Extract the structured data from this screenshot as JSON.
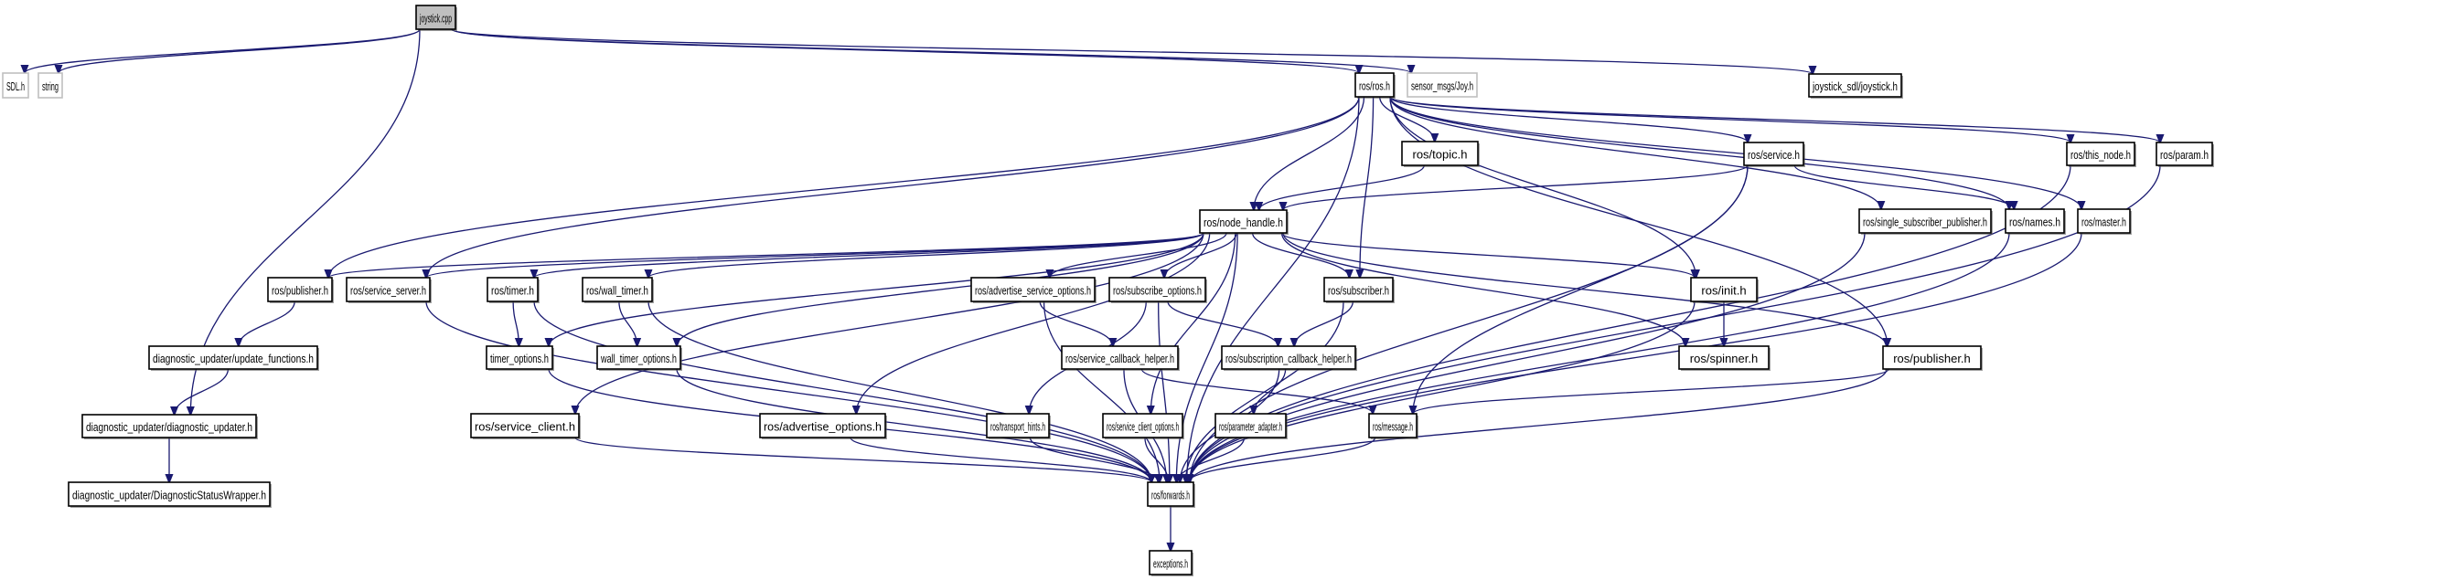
{
  "title": "Include dependency graph for joystick.cpp",
  "colors": {
    "edge": "#191970",
    "root_fill": "#bfbfbf",
    "external_border": "#bfbfbf",
    "border": "#000000"
  },
  "nodes": [
    {
      "id": "joystick_cpp",
      "label": "joystick.cpp",
      "kind": "root"
    },
    {
      "id": "sdl_h",
      "label": "SDL.h",
      "kind": "external"
    },
    {
      "id": "string",
      "label": "string",
      "kind": "external"
    },
    {
      "id": "ros_h",
      "label": "ros/ros.h",
      "kind": "normal"
    },
    {
      "id": "joy_h",
      "label": "sensor_msgs/Joy.h",
      "kind": "external"
    },
    {
      "id": "joystick_h",
      "label": "joystick_sdl/joystick.h",
      "kind": "normal"
    },
    {
      "id": "topic_h",
      "label": "ros/topic.h",
      "kind": "normal"
    },
    {
      "id": "service_h",
      "label": "ros/service.h",
      "kind": "normal"
    },
    {
      "id": "this_node_h",
      "label": "ros/this_node.h",
      "kind": "normal"
    },
    {
      "id": "param_h",
      "label": "ros/param.h",
      "kind": "normal"
    },
    {
      "id": "node_handle_h",
      "label": "ros/node_handle.h",
      "kind": "normal"
    },
    {
      "id": "ssp_h",
      "label": "ros/single_subscriber_publisher.h",
      "kind": "normal"
    },
    {
      "id": "names_h",
      "label": "ros/names.h",
      "kind": "normal"
    },
    {
      "id": "master_h",
      "label": "ros/master.h",
      "kind": "normal"
    },
    {
      "id": "publisher_l_h",
      "label": "ros/publisher.h",
      "kind": "normal"
    },
    {
      "id": "service_server_h",
      "label": "ros/service_server.h",
      "kind": "normal"
    },
    {
      "id": "timer_h",
      "label": "ros/timer.h",
      "kind": "normal"
    },
    {
      "id": "wall_timer_h",
      "label": "ros/wall_timer.h",
      "kind": "normal"
    },
    {
      "id": "adv_srv_opts_h",
      "label": "ros/advertise_service_options.h",
      "kind": "normal"
    },
    {
      "id": "sub_opts_h",
      "label": "ros/subscribe_options.h",
      "kind": "normal"
    },
    {
      "id": "subscriber_h",
      "label": "ros/subscriber.h",
      "kind": "normal"
    },
    {
      "id": "init_h",
      "label": "ros/init.h",
      "kind": "normal"
    },
    {
      "id": "publisher_r_h",
      "label": "ros/publisher.h",
      "kind": "normal"
    },
    {
      "id": "upd_funcs_h",
      "label": "diagnostic_updater/update_functions.h",
      "kind": "normal"
    },
    {
      "id": "timer_opts_h",
      "label": "timer_options.h",
      "kind": "normal"
    },
    {
      "id": "wall_timer_opts_h",
      "label": "wall_timer_options.h",
      "kind": "normal"
    },
    {
      "id": "srv_cb_helper_h",
      "label": "ros/service_callback_helper.h",
      "kind": "normal"
    },
    {
      "id": "sub_cb_helper_h",
      "label": "ros/subscription_callback_helper.h",
      "kind": "normal"
    },
    {
      "id": "spinner_h",
      "label": "ros/spinner.h",
      "kind": "normal"
    },
    {
      "id": "diag_updater_h",
      "label": "diagnostic_updater/diagnostic_updater.h",
      "kind": "normal"
    },
    {
      "id": "service_client_h",
      "label": "ros/service_client.h",
      "kind": "normal"
    },
    {
      "id": "adv_opts_h",
      "label": "ros/advertise_options.h",
      "kind": "normal"
    },
    {
      "id": "transport_hints_h",
      "label": "ros/transport_hints.h",
      "kind": "normal"
    },
    {
      "id": "srv_client_opts_h",
      "label": "ros/service_client_options.h",
      "kind": "normal"
    },
    {
      "id": "param_adapter_h",
      "label": "ros/parameter_adapter.h",
      "kind": "normal"
    },
    {
      "id": "message_h",
      "label": "ros/message.h",
      "kind": "normal"
    },
    {
      "id": "diag_status_h",
      "label": "diagnostic_updater/DiagnosticStatusWrapper.h",
      "kind": "normal"
    },
    {
      "id": "forwards_h",
      "label": "ros/forwards.h",
      "kind": "normal"
    },
    {
      "id": "exceptions_h",
      "label": "exceptions.h",
      "kind": "normal"
    }
  ],
  "edges": [
    [
      "joystick_cpp",
      "sdl_h"
    ],
    [
      "joystick_cpp",
      "string"
    ],
    [
      "joystick_cpp",
      "diag_updater_h"
    ],
    [
      "joystick_cpp",
      "ros_h"
    ],
    [
      "joystick_cpp",
      "joy_h"
    ],
    [
      "joystick_cpp",
      "joystick_h"
    ],
    [
      "ros_h",
      "publisher_l_h"
    ],
    [
      "ros_h",
      "service_server_h"
    ],
    [
      "ros_h",
      "node_handle_h"
    ],
    [
      "ros_h",
      "topic_h"
    ],
    [
      "ros_h",
      "service_h"
    ],
    [
      "ros_h",
      "subscriber_h"
    ],
    [
      "ros_h",
      "init_h"
    ],
    [
      "ros_h",
      "publisher_r_h"
    ],
    [
      "ros_h",
      "ssp_h"
    ],
    [
      "ros_h",
      "names_h"
    ],
    [
      "ros_h",
      "master_h"
    ],
    [
      "ros_h",
      "this_node_h"
    ],
    [
      "ros_h",
      "param_h"
    ],
    [
      "ros_h",
      "forwards_h"
    ],
    [
      "topic_h",
      "node_handle_h"
    ],
    [
      "service_h",
      "node_handle_h"
    ],
    [
      "service_h",
      "names_h"
    ],
    [
      "service_h",
      "message_h"
    ],
    [
      "service_h",
      "forwards_h"
    ],
    [
      "this_node_h",
      "forwards_h"
    ],
    [
      "param_h",
      "forwards_h"
    ],
    [
      "ssp_h",
      "forwards_h"
    ],
    [
      "names_h",
      "forwards_h"
    ],
    [
      "master_h",
      "forwards_h"
    ],
    [
      "node_handle_h",
      "publisher_l_h"
    ],
    [
      "node_handle_h",
      "service_server_h"
    ],
    [
      "node_handle_h",
      "service_client_h"
    ],
    [
      "node_handle_h",
      "timer_h"
    ],
    [
      "node_handle_h",
      "timer_opts_h"
    ],
    [
      "node_handle_h",
      "wall_timer_h"
    ],
    [
      "node_handle_h",
      "wall_timer_opts_h"
    ],
    [
      "node_handle_h",
      "adv_opts_h"
    ],
    [
      "node_handle_h",
      "adv_srv_opts_h"
    ],
    [
      "node_handle_h",
      "sub_opts_h"
    ],
    [
      "node_handle_h",
      "srv_client_opts_h"
    ],
    [
      "node_handle_h",
      "subscriber_h"
    ],
    [
      "node_handle_h",
      "init_h"
    ],
    [
      "node_handle_h",
      "spinner_h"
    ],
    [
      "node_handle_h",
      "publisher_r_h"
    ],
    [
      "node_handle_h",
      "forwards_h"
    ],
    [
      "publisher_l_h",
      "upd_funcs_h"
    ],
    [
      "upd_funcs_h",
      "diag_updater_h"
    ],
    [
      "diag_updater_h",
      "diag_status_h"
    ],
    [
      "service_server_h",
      "forwards_h"
    ],
    [
      "service_client_h",
      "forwards_h"
    ],
    [
      "timer_h",
      "timer_opts_h"
    ],
    [
      "timer_h",
      "forwards_h"
    ],
    [
      "timer_opts_h",
      "forwards_h"
    ],
    [
      "wall_timer_h",
      "wall_timer_opts_h"
    ],
    [
      "wall_timer_h",
      "forwards_h"
    ],
    [
      "wall_timer_opts_h",
      "forwards_h"
    ],
    [
      "adv_opts_h",
      "forwards_h"
    ],
    [
      "adv_srv_opts_h",
      "srv_cb_helper_h"
    ],
    [
      "adv_srv_opts_h",
      "forwards_h"
    ],
    [
      "sub_opts_h",
      "transport_hints_h"
    ],
    [
      "sub_opts_h",
      "sub_cb_helper_h"
    ],
    [
      "sub_opts_h",
      "forwards_h"
    ],
    [
      "srv_cb_helper_h",
      "message_h"
    ],
    [
      "srv_cb_helper_h",
      "forwards_h"
    ],
    [
      "sub_cb_helper_h",
      "param_adapter_h"
    ],
    [
      "sub_cb_helper_h",
      "forwards_h"
    ],
    [
      "subscriber_h",
      "sub_cb_helper_h"
    ],
    [
      "subscriber_h",
      "forwards_h"
    ],
    [
      "init_h",
      "spinner_h"
    ],
    [
      "init_h",
      "forwards_h"
    ],
    [
      "publisher_r_h",
      "message_h"
    ],
    [
      "publisher_r_h",
      "forwards_h"
    ],
    [
      "transport_hints_h",
      "forwards_h"
    ],
    [
      "srv_client_opts_h",
      "forwards_h"
    ],
    [
      "param_adapter_h",
      "forwards_h"
    ],
    [
      "message_h",
      "forwards_h"
    ],
    [
      "forwards_h",
      "exceptions_h"
    ]
  ]
}
